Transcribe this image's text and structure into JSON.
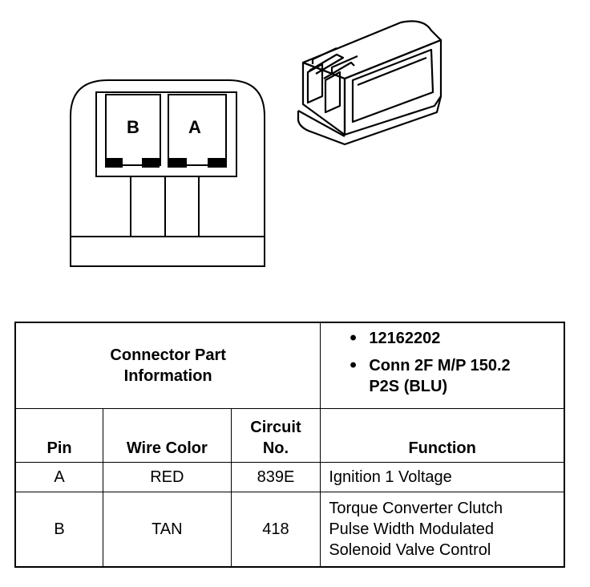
{
  "connector": {
    "pin_b_label": "B",
    "pin_a_label": "A"
  },
  "table": {
    "part_info_label_line1": "Connector Part",
    "part_info_label_line2": "Information",
    "part_items": [
      {
        "line1": "12162202",
        "line2": ""
      },
      {
        "line1": "Conn 2F M/P 150.2",
        "line2": "P2S (BLU)"
      }
    ],
    "headers": {
      "pin": "Pin",
      "wire_color": "Wire Color",
      "circuit_line1": "Circuit",
      "circuit_line2": "No.",
      "function": "Function"
    },
    "rows": [
      {
        "pin": "A",
        "wire_color": "RED",
        "circuit": "839E",
        "function_lines": [
          "Ignition 1 Voltage"
        ]
      },
      {
        "pin": "B",
        "wire_color": "TAN",
        "circuit": "418",
        "function_lines": [
          "Torque Converter Clutch",
          "Pulse Width Modulated",
          "Solenoid Valve Control"
        ]
      }
    ]
  }
}
